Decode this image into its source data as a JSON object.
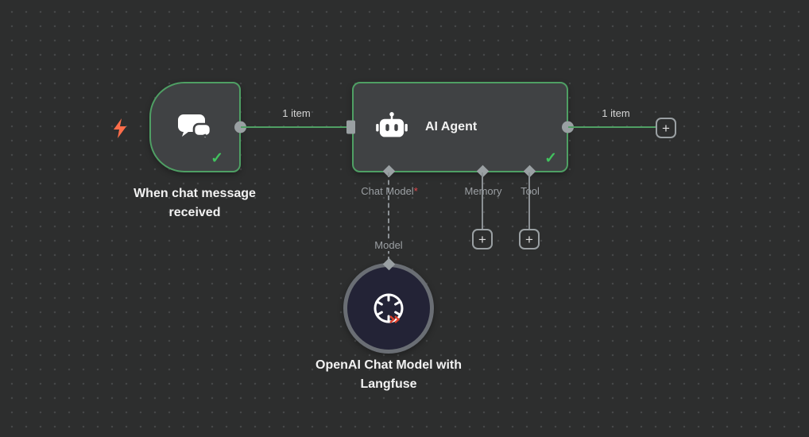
{
  "colors": {
    "canvas_bg": "#2d2e2e",
    "node_bg": "#404244",
    "executed_border_green": "#4f9f64",
    "check_green": "#41c25e",
    "trigger_bolt_orange": "#ff6d4a",
    "required_red": "#e5484d",
    "port_gray": "#9aa0a3",
    "muted_text": "#9b9fa3"
  },
  "trigger": {
    "title": "When chat message received"
  },
  "agent": {
    "title": "AI Agent",
    "ports": {
      "chat_model": {
        "label": "Chat Model",
        "required_mark": "*"
      },
      "memory": {
        "label": "Memory"
      },
      "tool": {
        "label": "Tool"
      }
    }
  },
  "model_node": {
    "title": "OpenAI Chat Model with Langfuse",
    "connection_label": "Model"
  },
  "connections": {
    "trigger_to_agent": "1 item",
    "agent_output": "1 item"
  },
  "icons": {
    "plus": "+",
    "check": "✓"
  }
}
